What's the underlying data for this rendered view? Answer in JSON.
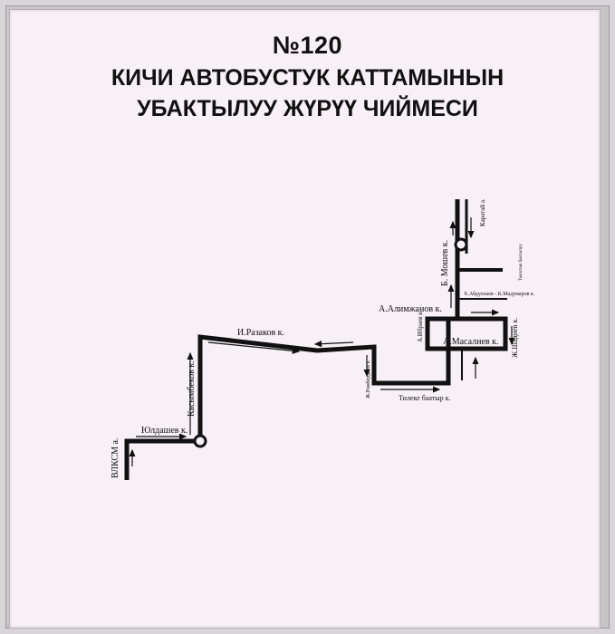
{
  "header": {
    "route_number": "№120",
    "line1": "КИЧИ АВТОБУСТУК КАТТАМЫНЫН",
    "line2": "УБАКТЫЛУУ ЖҮРҮҮ ЧИЙМЕСИ"
  },
  "streets": {
    "vlksm": "ВЛКСМ а.",
    "yuldashev": "Юлдашев к.",
    "kasymbekov": "Касымбеков к.",
    "razakov": "И.Разаков к.",
    "ramberdiev": "Ж.Рамбердиев к.",
    "baatyr": "Тилеке баатыр к.",
    "ibraev": "А.Ибраев к.",
    "alimzhanov": "А.Алимжанов к.",
    "masaliev": "А.Масалиев к.",
    "moshev": "Б. Мошев к.",
    "karatay": "Каратай а.",
    "tynchtyk": "Тынчтык бактылуу",
    "abdullaev": "Х.Абдуллаев - К.Мадумаров к.",
    "shadiev": "Ж.Шадиев к."
  },
  "colors": {
    "route": "#111111",
    "paper": "#f7f0f6"
  },
  "icons": [
    "terminal-stop-icon",
    "direction-arrow-icon"
  ]
}
